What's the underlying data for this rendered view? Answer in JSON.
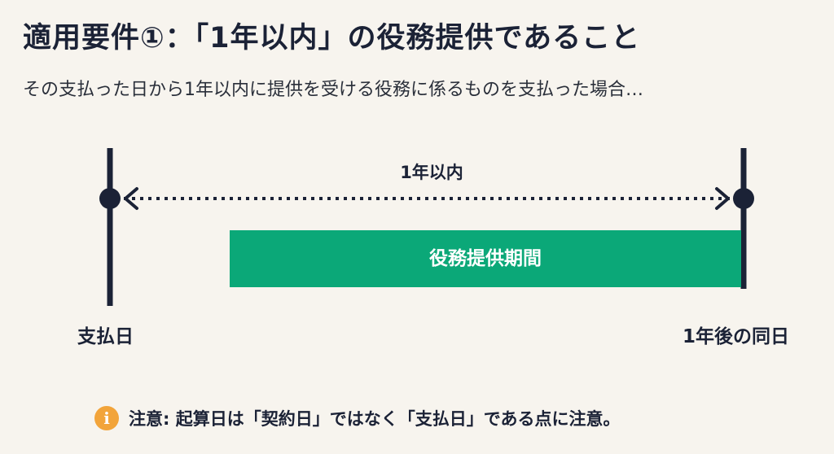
{
  "header": {
    "title": "適用要件①：「1年以内」の役務提供であること",
    "subtitle": "その支払った日から1年以内に提供を受ける役務に係るものを支払った場合…"
  },
  "diagram": {
    "period_label": "1年以内",
    "bar_label": "役務提供期間",
    "start_label": "支払日",
    "end_label": "1年後の同日",
    "colors": {
      "line": "#1b2236",
      "bar": "#0ba878",
      "accent": "#f2a43a"
    }
  },
  "note": {
    "icon": "info-icon",
    "icon_glyph": "i",
    "text": "注意: 起算日は「契約日」ではなく「支払日」である点に注意。"
  }
}
